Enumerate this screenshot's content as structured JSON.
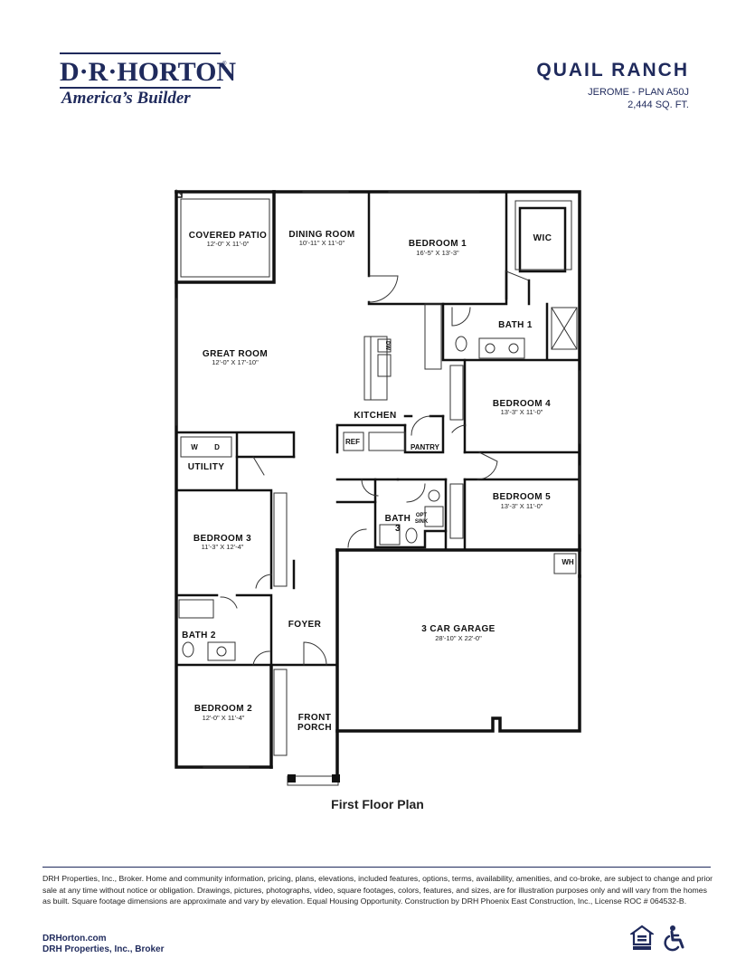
{
  "brand": {
    "name": "D·R·HORTON",
    "registered": "®",
    "tagline": "America’s Builder",
    "color": "#1f2a5c"
  },
  "community": {
    "name": "QUAIL RANCH",
    "plan": "JEROME - PLAN A50J",
    "sqft": "2,444 SQ. FT."
  },
  "rooms": {
    "covered_patio": {
      "name": "COVERED PATIO",
      "dims": "12'-0\" X 11'-0\""
    },
    "dining_room": {
      "name": "DINING ROOM",
      "dims": "10'-11\" X 11'-0\""
    },
    "bedroom1": {
      "name": "BEDROOM 1",
      "dims": "16'-5\" X 13'-3\""
    },
    "wic": {
      "name": "WIC"
    },
    "bath1": {
      "name": "BATH 1"
    },
    "great_room": {
      "name": "GREAT ROOM",
      "dims": "12'-0\" X 17'-10\""
    },
    "kitchen": {
      "name": "KITCHEN"
    },
    "bedroom4": {
      "name": "BEDROOM 4",
      "dims": "13'-3\" X 11'-0\""
    },
    "utility": {
      "name": "UTILITY"
    },
    "pantry": {
      "name": "PANTRY"
    },
    "bedroom5": {
      "name": "BEDROOM 5",
      "dims": "13'-3\" X 11'-0\""
    },
    "bedroom3": {
      "name": "BEDROOM 3",
      "dims": "11'-3\" X 12'-4\""
    },
    "bath3": {
      "name_line1": "BATH",
      "name_line2": "3"
    },
    "foyer": {
      "name": "FOYER"
    },
    "garage": {
      "name": "3 CAR GARAGE",
      "dims": "28'-10\" X 22'-0\""
    },
    "bath2": {
      "name": "BATH 2"
    },
    "bedroom2": {
      "name": "BEDROOM 2",
      "dims": "12'-0\" X 11'-4\""
    },
    "front_porch": {
      "name_line1": "FRONT",
      "name_line2": "PORCH"
    }
  },
  "fixtures": {
    "washer": "W",
    "dryer": "D",
    "dishwasher": "DW",
    "refrigerator": "REF",
    "water_heater": "WH",
    "opt_sink_line1": "OPT",
    "opt_sink_line2": "SINK"
  },
  "plan_caption": "First Floor Plan",
  "disclaimer": "DRH Properties, Inc., Broker. Home and community information, pricing, plans, elevations, included features, options, terms, availability, amenities, and co-broke, are subject to change and prior sale at any time without notice or obligation. Drawings, pictures, photographs, video, square footages, colors, features, and sizes, are for illustration purposes only and will vary from the homes as built. Square footage dimensions are approximate and vary by elevation. Equal Housing Opportunity. Construction by DRH Phoenix East Construction, Inc., License ROC # 064532-B.",
  "footer": {
    "website": "DRHorton.com",
    "broker": "DRH Properties, Inc., Broker"
  },
  "icons": [
    "equal-housing-icon",
    "accessibility-icon"
  ]
}
